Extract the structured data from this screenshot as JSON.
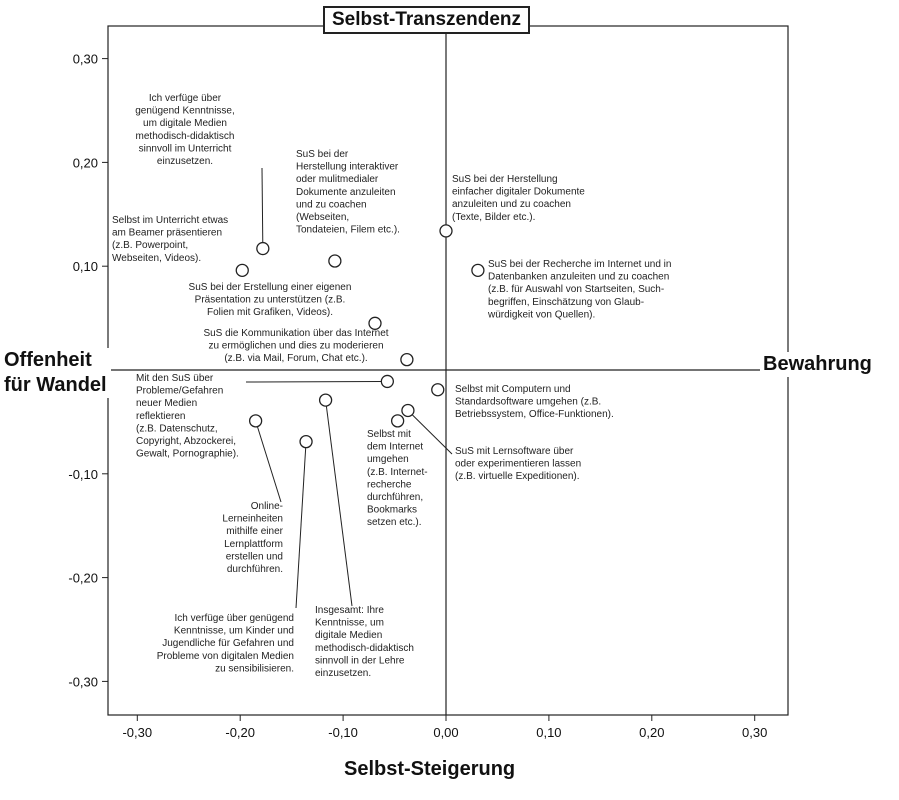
{
  "chart_data": {
    "type": "scatter",
    "title": "",
    "xlim": [
      -0.33,
      0.33
    ],
    "ylim": [
      -0.33,
      0.33
    ],
    "x_ticks": [
      -0.3,
      -0.2,
      -0.1,
      0.0,
      0.1,
      0.2,
      0.3
    ],
    "y_ticks": [
      -0.3,
      -0.2,
      -0.1,
      0.1,
      0.2,
      0.3
    ],
    "x_tick_labels": [
      "-0,30",
      "-0,20",
      "-0,10",
      "0,00",
      "0,10",
      "0,20",
      "0,30"
    ],
    "y_tick_labels": [
      "-0,30",
      "-0,20",
      "-0,10",
      "0,10",
      "0,20",
      "0,30"
    ],
    "axis_labels": {
      "top": "Selbst-Transzendenz",
      "bottom": "Selbst-Steigerung",
      "left": [
        "Offenheit",
        "für Wandel"
      ],
      "right": "Bewahrung"
    },
    "points": [
      {
        "x": -0.178,
        "y": 0.117,
        "label": [
          "Ich verfüge über",
          "genügend Kenntnisse,",
          "um digitale Medien",
          "methodisch-didaktisch",
          "sinnvoll im Unterricht",
          "einzusetzen."
        ]
      },
      {
        "x": -0.108,
        "y": 0.105,
        "label": [
          "SuS bei der",
          "Herstellung interaktiver",
          "oder mulitmedialer",
          "Dokumente anzuleiten",
          "und zu coachen",
          "(Webseiten,",
          "Tondateien, Filem etc.)."
        ]
      },
      {
        "x": 0.0,
        "y": 0.134,
        "label": [
          "SuS bei der Herstellung",
          "einfacher digitaler Dokumente",
          "anzuleiten und zu coachen",
          "(Texte, Bilder etc.)."
        ]
      },
      {
        "x": -0.198,
        "y": 0.096,
        "label": [
          "Selbst im Unterricht etwas",
          "am Beamer präsentieren",
          "(z.B. Powerpoint,",
          "Webseiten, Videos)."
        ]
      },
      {
        "x": 0.031,
        "y": 0.096,
        "label": [
          "SuS bei der Recherche im Internet und in",
          "Datenbanken anzuleiten und zu coachen",
          "(z.B. für Auswahl von Startseiten, Such-",
          "begriffen, Einschätzung von Glaub-",
          "würdigkeit von Quellen)."
        ]
      },
      {
        "x": -0.069,
        "y": 0.045,
        "label": [
          "SuS bei der Erstellung einer eigenen",
          "Präsentation zu unterstützen (z.B.",
          "Folien mit Grafiken, Videos)."
        ]
      },
      {
        "x": -0.038,
        "y": 0.01,
        "label": [
          "SuS die Kommunikation über das Internet",
          "zu ermöglichen und dies zu moderieren",
          "(z.B. via Mail, Forum, Chat etc.)."
        ]
      },
      {
        "x": -0.057,
        "y": -0.011,
        "label": [
          "Mit den SuS über",
          "Probleme/Gefahren",
          "neuer Medien",
          "reflektieren",
          "(z.B. Datenschutz,",
          "Copyright, Abzockerei,",
          "Gewalt, Pornographie)."
        ]
      },
      {
        "x": -0.008,
        "y": -0.019,
        "label": [
          "Selbst mit Computern und",
          "Standardsoftware umgehen (z.B.",
          "Betriebssystem, Office-Funktionen)."
        ]
      },
      {
        "x": -0.117,
        "y": -0.029,
        "label": [
          "Insgesamt: Ihre",
          "Kenntnisse, um",
          "digitale Medien",
          "methodisch-didaktisch",
          "sinnvoll in der Lehre",
          "einzusetzen."
        ]
      },
      {
        "x": -0.037,
        "y": -0.039,
        "label": [
          "SuS mit Lernsoftware über",
          "oder experimentieren lassen",
          "(z.B. virtuelle Expeditionen)."
        ]
      },
      {
        "x": -0.047,
        "y": -0.049,
        "label": [
          "Selbst mit",
          "dem Internet",
          "umgehen",
          "(z.B. Internet-",
          "recherche",
          "durchführen,",
          "Bookmarks",
          "setzen etc.)."
        ]
      },
      {
        "x": -0.185,
        "y": -0.049,
        "label": [
          "Online-",
          "Lerneinheiten",
          "mithilfe einer",
          "Lernplattform",
          "erstellen und",
          "durchführen."
        ]
      },
      {
        "x": -0.136,
        "y": -0.069,
        "label": [
          "Ich verfüge über genügend",
          "Kenntnisse, um Kinder und",
          "Jugendliche für Gefahren und",
          "Probleme von digitalen Medien",
          "zu sensibilisieren."
        ]
      }
    ]
  }
}
